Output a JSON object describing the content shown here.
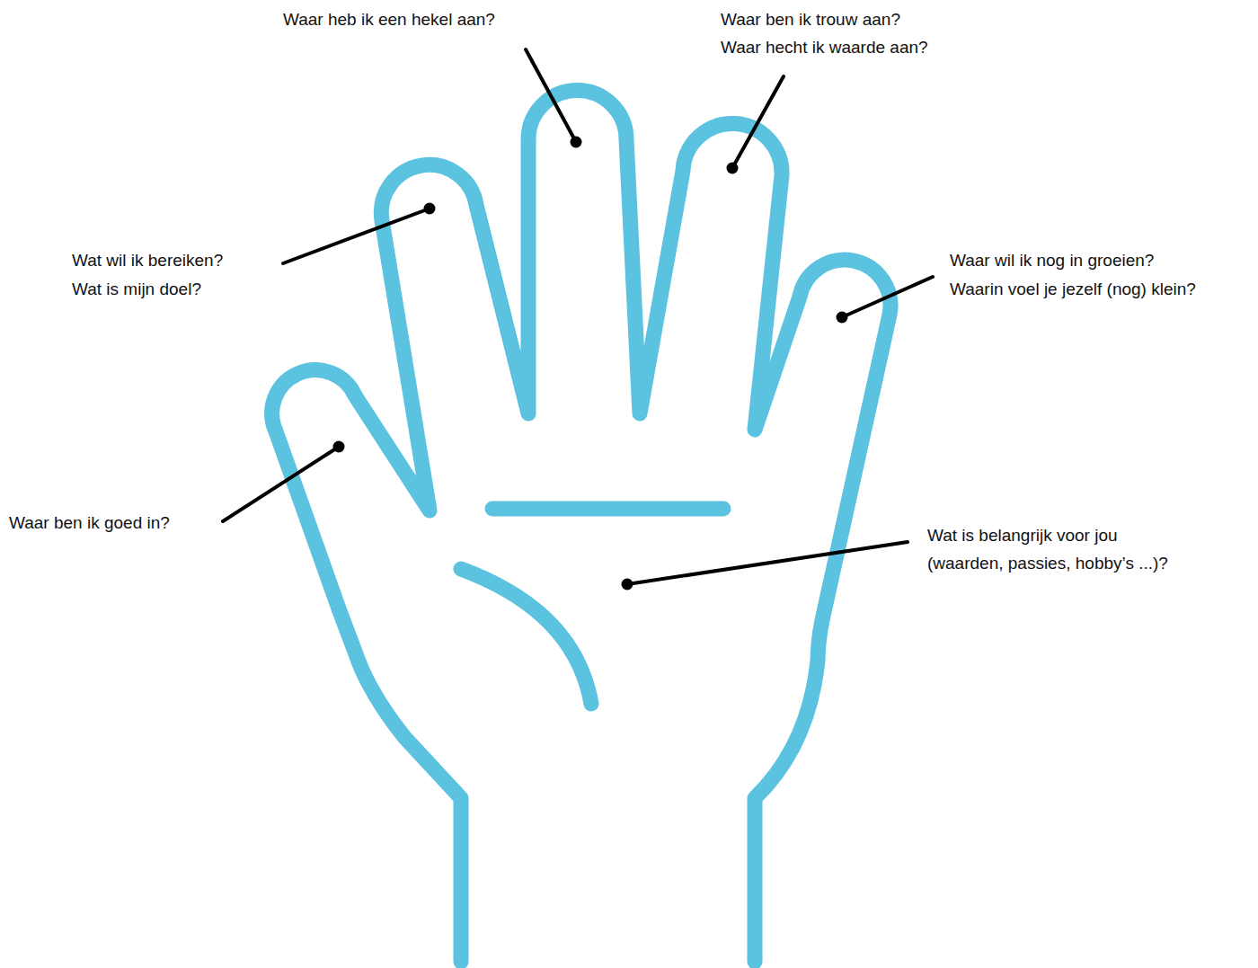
{
  "diagram": {
    "labels": [
      "Waar heb ik een hekel aan?",
      "Waar ben ik trouw aan?",
      "Waar hecht ik waarde aan?",
      "Wat wil ik bereiken?",
      "Wat is mijn doel?",
      "Waar wil ik nog in groeien?",
      "Waarin voel je jezelf (nog) klein?",
      "Waar ben ik goed in?",
      "Wat is belangrijk voor jou",
      "(waarden, passies, hobby’s ...)?"
    ]
  }
}
